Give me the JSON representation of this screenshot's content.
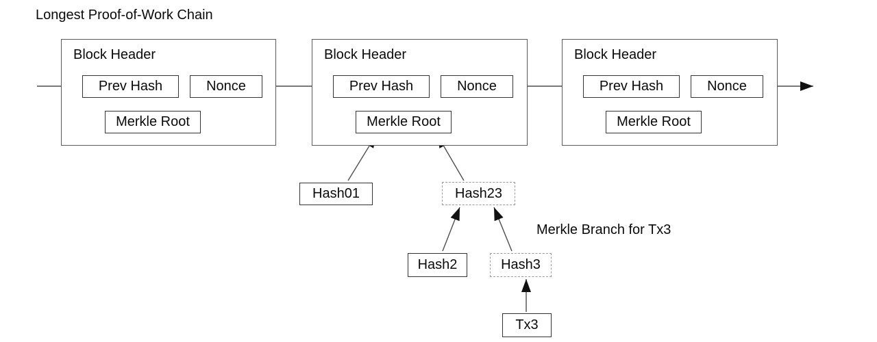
{
  "title": "Longest Proof-of-Work Chain",
  "diagram": {
    "blocks": [
      {
        "label": "Block Header",
        "prev_hash": "Prev Hash",
        "nonce": "Nonce",
        "merkle_root": "Merkle Root"
      },
      {
        "label": "Block Header",
        "prev_hash": "Prev Hash",
        "nonce": "Nonce",
        "merkle_root": "Merkle Root"
      },
      {
        "label": "Block Header",
        "prev_hash": "Prev Hash",
        "nonce": "Nonce",
        "merkle_root": "Merkle Root"
      }
    ],
    "merkle": {
      "hash01": "Hash01",
      "hash23": "Hash23",
      "hash2": "Hash2",
      "hash3": "Hash3",
      "tx3": "Tx3",
      "branch_label": "Merkle Branch for Tx3"
    },
    "colors": {
      "background": "#ffffff",
      "text": "#0a0a0a",
      "line": "#4d4d4d",
      "arrowhead": "#111111",
      "block_border": "#5a5a5a",
      "field_border": "#333333",
      "dashed_border": "#999999"
    }
  }
}
